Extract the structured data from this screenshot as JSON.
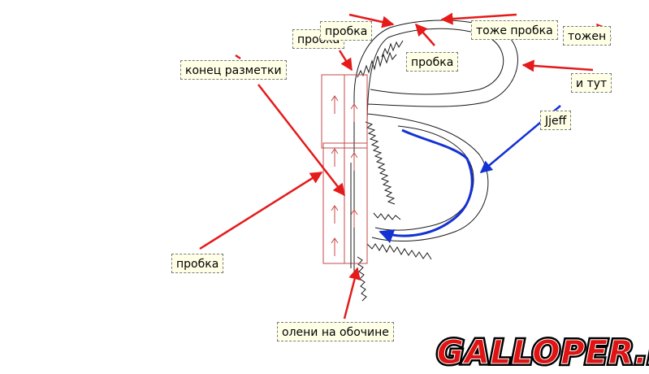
{
  "labels": {
    "probka_top": "пробка",
    "probka_top_left": "пробка",
    "probka_mid": "пробка",
    "tozhe_probka": "тоже пробка",
    "tozhen": "тожен",
    "i_tut": "и тут",
    "jjeff": "Jjeff",
    "konets_razmetki": "конец разметки",
    "probka_left": "пробка",
    "oleni": "олени на обочине"
  },
  "brand": "GALLOPER.RU",
  "colors": {
    "arrow_red": "#e51a1a",
    "arrow_blue": "#1232d4",
    "marking_red": "#c64848",
    "sketch": "#1a1a1a",
    "callout_bg": "#ffffe6",
    "brand_fill": "#e01212"
  }
}
